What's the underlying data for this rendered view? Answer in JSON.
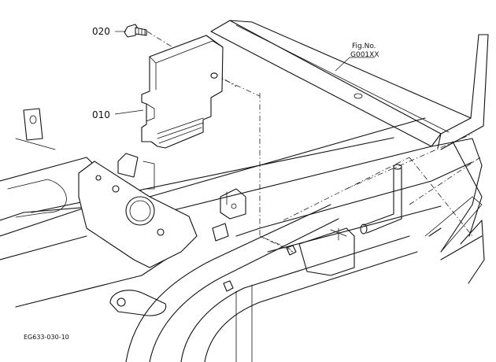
{
  "figure": {
    "fig_no_label": "Fig.No.",
    "fig_no_value": "G001XX",
    "drawing_code": "EG633-030-10"
  },
  "callouts": [
    {
      "id": "part-020",
      "label": "020"
    },
    {
      "id": "part-010",
      "label": "010"
    }
  ]
}
